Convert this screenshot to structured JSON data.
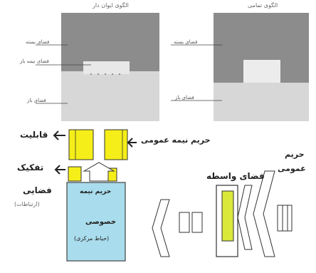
{
  "top": {
    "left_diagram": {
      "title": "الگوی ایوان دار",
      "labels": {
        "closed": "فضای بسته",
        "semi_open": "فضای نیمه باز",
        "open": "فضای باز"
      }
    },
    "right_diagram": {
      "title": "الگوی تمامی",
      "labels": {
        "closed": "فضای بسته",
        "open": "فضای باز"
      }
    }
  },
  "bottom": {
    "left_labels": {
      "capability": "قابلیت",
      "separation": "تفکیک",
      "spatial": "فضایی",
      "spatial_note": "(ارتباطات)"
    },
    "center_labels": {
      "semi_public": "حریم نیمه عمومی",
      "semi_private": "حریم نیمه",
      "private": "خصوصی",
      "courtyard": "(حیاط مرکزی)"
    },
    "right_labels": {
      "intermediate_spaces": "فضای واسطه",
      "public_realm_1": "حریم",
      "public_realm_2": "عمومی"
    }
  },
  "colors": {
    "gray_dark": "#8c8c8c",
    "gray_light": "#d7d7d7",
    "yellow": "#f5ee18",
    "blue": "#a9dcec"
  }
}
